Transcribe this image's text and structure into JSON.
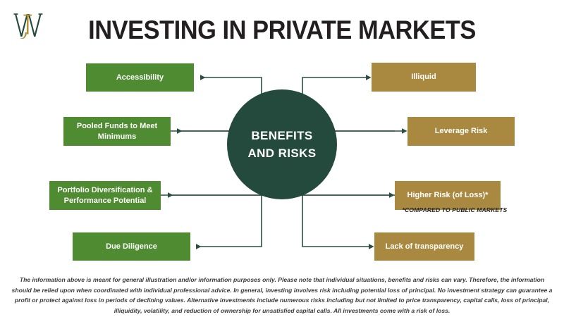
{
  "page": {
    "title": "INVESTING IN PRIVATE MARKETS",
    "background": "#ffffff"
  },
  "logo": {
    "name": "wj-monogram-logo",
    "letters": "WJ",
    "green": "#234a3c",
    "gold": "#b39237"
  },
  "center": {
    "line1": "BENEFITS",
    "line2": "AND RISKS",
    "color": "#234a3c"
  },
  "colors": {
    "benefit": "#4e8b31",
    "risk": "#a8893f",
    "connector": "#2c4f43",
    "title": "#231f20"
  },
  "benefits": [
    {
      "label": "Accessibility"
    },
    {
      "label": "Pooled Funds to Meet Minimums"
    },
    {
      "label": "Portfolio Diversification & Performance Potential"
    },
    {
      "label": "Due Diligence"
    }
  ],
  "risks": [
    {
      "label": "Illiquid"
    },
    {
      "label": "Leverage Risk"
    },
    {
      "label": "Higher Risk (of Loss)*"
    },
    {
      "label": "Lack of transparency"
    }
  ],
  "footnote": "*COMPARED TO PUBLIC MARKETS",
  "disclaimer": "The information above is meant for general illustration and/or information purposes only. Please note that individual situations, benefits and risks can vary. Therefore, the information should be relied upon when coordinated with individual professional advice. In general, investing involves risk including potential loss of principal. No investment strategy can guarantee a profit or protect against loss in periods of declining values. Alternative investments include numerous risks including but not limited to price transparency, capital calls, loss of principal, illiquidity, volatility, and reduction of ownership for unsatisfied capital calls. All investments come with a risk of loss."
}
